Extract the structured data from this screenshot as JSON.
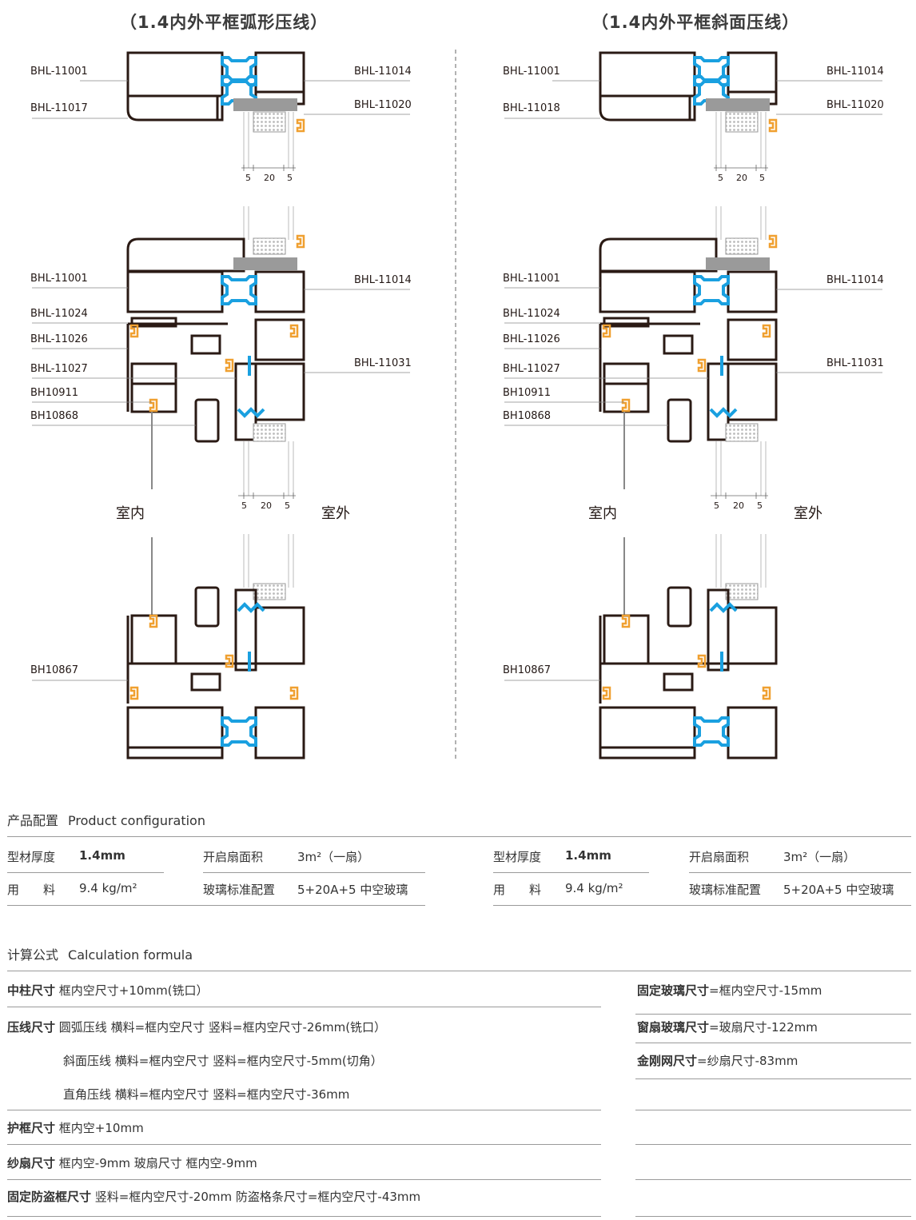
{
  "diagrams": [
    {
      "title": "（1.4内外平框弧形压线）",
      "top_labels_left": [
        "BHL-11001",
        "BHL-11017"
      ],
      "top_labels_right": [
        "BHL-11014",
        "BHL-11020"
      ],
      "mid_labels_left": [
        "BHL-11001",
        "BHL-11024",
        "BHL-11026",
        "BHL-11027",
        "BH10911",
        "BH10868"
      ],
      "mid_labels_right": [
        "BHL-11014",
        "BHL-11031"
      ],
      "bottom_labels_left": [
        "BH10867"
      ],
      "dims": [
        "5",
        "20",
        "5"
      ],
      "indoor": "室内",
      "outdoor": "室外"
    },
    {
      "title": "（1.4内外平框斜面压线）",
      "top_labels_left": [
        "BHL-11001",
        "BHL-11018"
      ],
      "top_labels_right": [
        "BHL-11014",
        "BHL-11020"
      ],
      "mid_labels_left": [
        "BHL-11001",
        "BHL-11024",
        "BHL-11026",
        "BHL-11027",
        "BH10911",
        "BH10868"
      ],
      "mid_labels_right": [
        "BHL-11014",
        "BHL-11031"
      ],
      "bottom_labels_left": [
        "BH10867"
      ],
      "dims": [
        "5",
        "20",
        "5"
      ],
      "indoor": "室内",
      "outdoor": "室外"
    }
  ],
  "colors": {
    "profile": "#2a1a14",
    "connector": "#1aa0e0",
    "gasket": "#f0a030",
    "bead": "#9a9a9a"
  },
  "config": {
    "heading_cn": "产品配置",
    "heading_en": "Product configuration",
    "groups": [
      {
        "thickness_label": "型材厚度",
        "thickness": "1.4mm",
        "area_label": "开启扇面积",
        "area": "3m²（一扇）",
        "material_label": "用　　料",
        "material": "9.4 kg/m²",
        "glass_label": "玻璃标准配置",
        "glass": "5+20A+5 中空玻璃"
      },
      {
        "thickness_label": "型材厚度",
        "thickness": "1.4mm",
        "area_label": "开启扇面积",
        "area": "3m²（一扇）",
        "material_label": "用　　料",
        "material": "9.4 kg/m²",
        "glass_label": "玻璃标准配置",
        "glass": "5+20A+5 中空玻璃"
      }
    ]
  },
  "formula": {
    "heading_cn": "计算公式",
    "heading_en": "Calculation formula",
    "left": [
      {
        "key": "中柱尺寸",
        "text": "框内空尺寸+10mm(铣口）"
      },
      {
        "key": "压线尺寸",
        "text": "圆弧压线 横料=框内空尺寸 竖料=框内空尺寸-26mm(铣口）"
      },
      {
        "key": "",
        "text": "斜面压线 横料=框内空尺寸 竖料=框内空尺寸-5mm(切角）"
      },
      {
        "key": "",
        "text": "直角压线 横料=框内空尺寸 竖料=框内空尺寸-36mm"
      },
      {
        "key": "护框尺寸",
        "text": "框内空+10mm"
      },
      {
        "key": "纱扇尺寸",
        "text": "框内空-9mm  玻扇尺寸 框内空-9mm"
      },
      {
        "key": "固定防盗框尺寸",
        "text": "竖料=框内空尺寸-20mm 防盗格条尺寸=框内空尺寸-43mm"
      }
    ],
    "right": [
      {
        "key": "固定玻璃尺寸",
        "text": "=框内空尺寸-15mm"
      },
      {
        "key": "窗扇玻璃尺寸",
        "text": "=玻扇尺寸-122mm"
      },
      {
        "key": "金刚网尺寸",
        "text": "=纱扇尺寸-83mm"
      }
    ]
  }
}
